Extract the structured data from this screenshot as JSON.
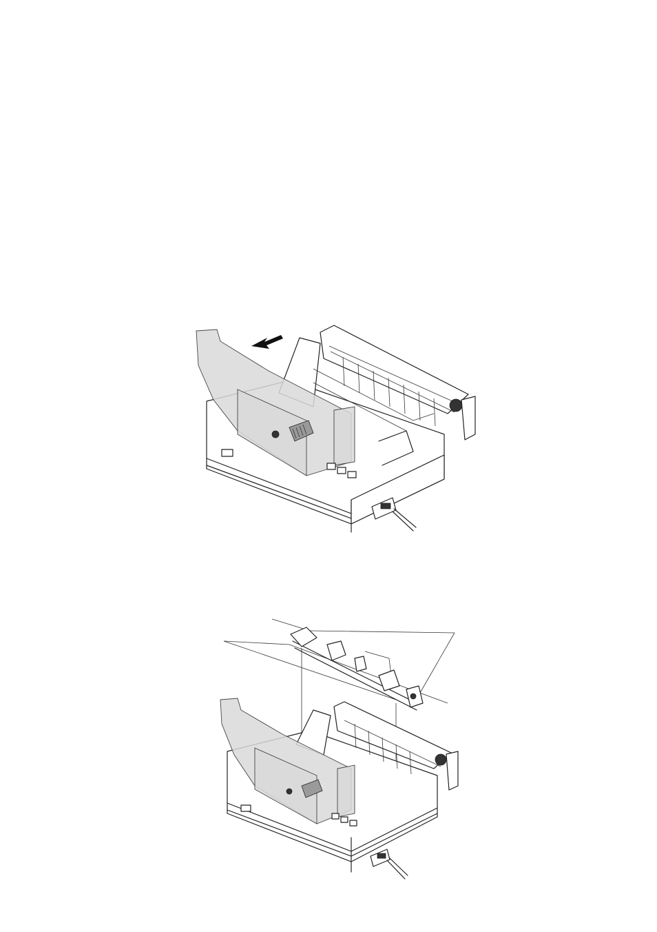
{
  "page": {
    "background": "#ffffff"
  },
  "figures": [
    {
      "id": "remove-cover",
      "arrow": "left-arrow-icon"
    },
    {
      "id": "install-tractor",
      "leaders": "callout-lines"
    }
  ],
  "colors": {
    "line": "#222222",
    "shade": "#d9d9d9"
  }
}
